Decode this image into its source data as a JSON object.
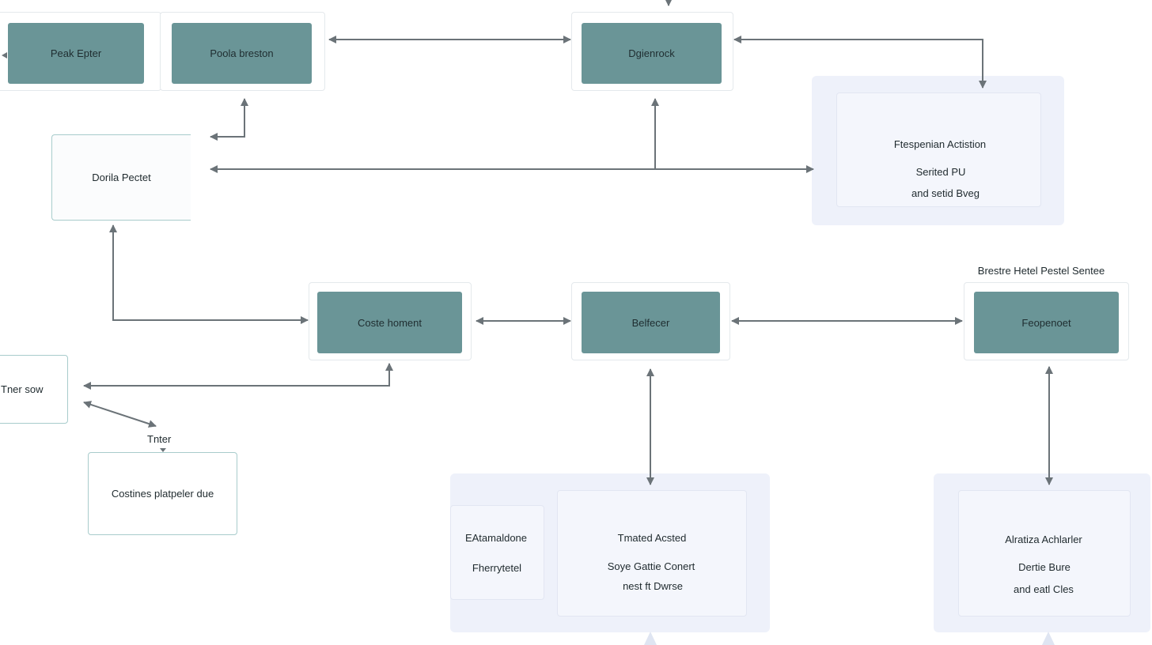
{
  "colors": {
    "tile": "#6a9597",
    "box_border": "#a8cccc",
    "panel": "#eef1fa",
    "arrow": "#6b7378"
  },
  "nodes": {
    "peak_epter": "Peak Epter",
    "pools_breston": "Poola breston",
    "dgenrock": "Dgienrock",
    "dorila_pectet": "Dorila Pectet",
    "coste_homent": "Coste homent",
    "belfecer": "Belfecer",
    "feopenoet": "Feopenoet",
    "tner_sow": "Tner sow",
    "costimes_box": "Costines platpeler due"
  },
  "labels": {
    "tnter": "Tnter",
    "top_right_caption": "Brestre Hetel  Pestel Sentee"
  },
  "panels": {
    "response": {
      "line1": "Ftespenian Actistion",
      "line2": "Serited PU",
      "line3": "and setid Bveg"
    },
    "middle": {
      "left1": "EAtamaldone",
      "left2": "Fherrytetel",
      "line1": "Tmated Acsted",
      "line2": "Soye Gattie Conert",
      "line3": "nest ft Dwrse"
    },
    "right": {
      "line1": "Alratiza Achlarler",
      "line2": "Dertie Bure",
      "line3": "and eatl Cles"
    }
  }
}
